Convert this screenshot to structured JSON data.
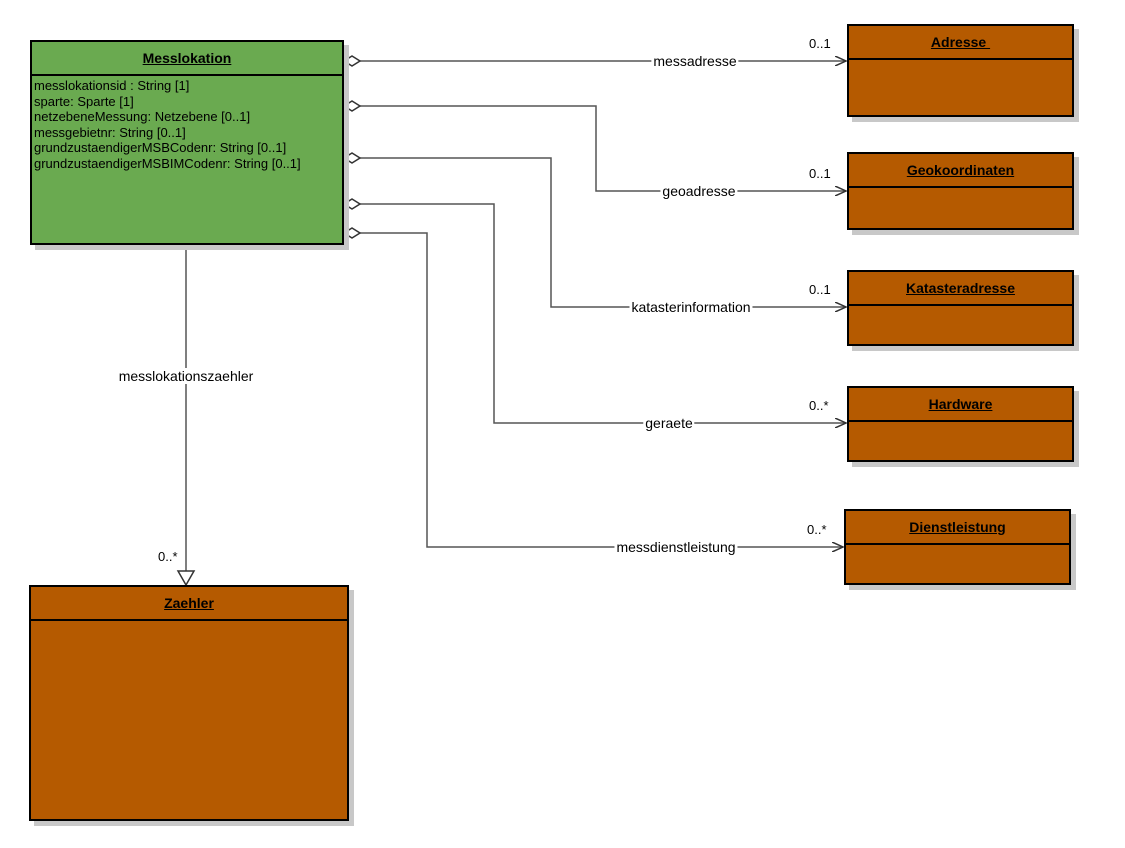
{
  "main_class": {
    "name": "Messlokation",
    "color": "#6aaa50",
    "attributes": [
      "messlokationsid : String [1]",
      "sparte: Sparte [1]",
      "netzebeneMessung: Netzebene [0..1]",
      "messgebietnr: String [0..1]",
      "grundzustaendigerMSBCodenr: String [0..1]",
      "grundzustaendigerMSBIMCodenr: String [0..1]"
    ]
  },
  "classes": {
    "adresse": "Adresse ",
    "geokoordinaten": "Geokoordinaten",
    "katasteradresse": "Katasteradresse",
    "hardware": "Hardware",
    "dienstleistung": "Dienstleistung",
    "zaehler": "Zaehler",
    "color": "#b55a00"
  },
  "associations": {
    "messadresse": {
      "label": "messadresse",
      "multiplicity": "0..1"
    },
    "geoadresse": {
      "label": "geoadresse",
      "multiplicity": "0..1"
    },
    "katasterinformation": {
      "label": "katasterinformation",
      "multiplicity": "0..1"
    },
    "geraete": {
      "label": "geraete",
      "multiplicity": "0..*"
    },
    "messdienstleistung": {
      "label": "messdienstleistung",
      "multiplicity": "0..*"
    },
    "messlokationszaehler": {
      "label": "messlokationszaehler",
      "multiplicity": "0..*"
    }
  }
}
